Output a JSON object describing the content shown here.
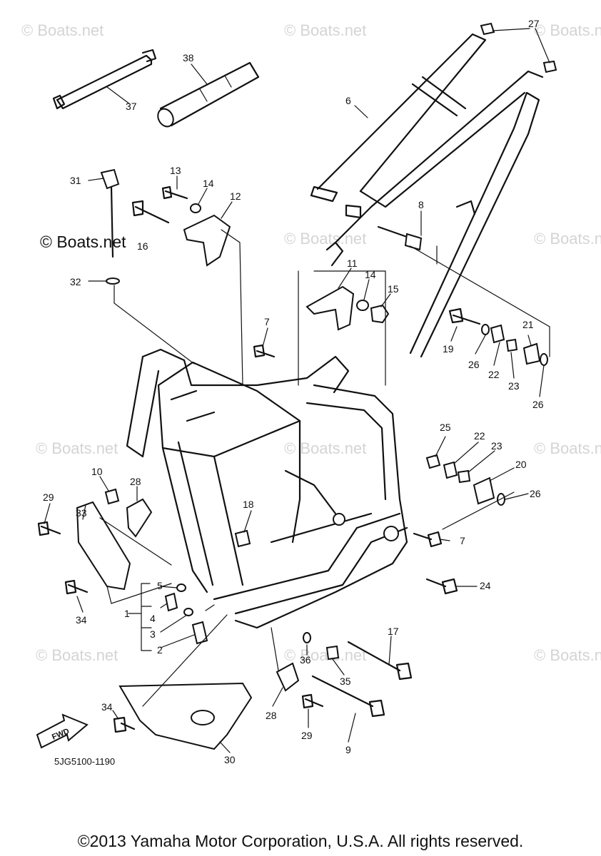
{
  "watermarks": {
    "brand": "© Boats.net",
    "strong": "© Boats.net"
  },
  "callouts": [
    "1",
    "2",
    "3",
    "4",
    "5",
    "6",
    "7",
    "7",
    "8",
    "9",
    "10",
    "11",
    "12",
    "13",
    "14",
    "14",
    "15",
    "16",
    "17",
    "18",
    "19",
    "20",
    "21",
    "22",
    "22",
    "23",
    "23",
    "24",
    "25",
    "26",
    "26",
    "26",
    "27",
    "28",
    "28",
    "29",
    "29",
    "30",
    "31",
    "32",
    "33",
    "34",
    "34",
    "35",
    "36",
    "37",
    "38"
  ],
  "fwd_label": "FWD",
  "diagram_code": "5JG5100-1190",
  "copyright": "©2013 Yamaha Motor Corporation, U.S.A. All rights reserved."
}
